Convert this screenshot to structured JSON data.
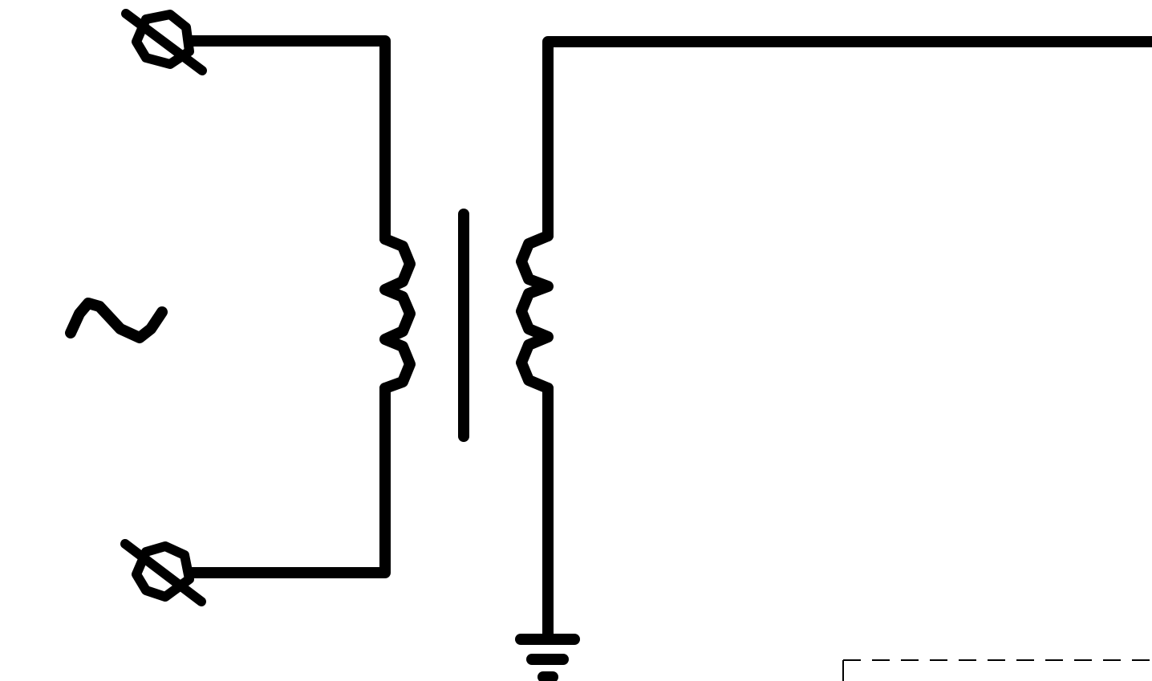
{
  "diagram": {
    "type": "transformer-schematic",
    "colors": {
      "background": "#ffffff",
      "ink": "#000000"
    },
    "components": [
      "input-terminal-top",
      "input-terminal-bottom",
      "ac-source-symbol",
      "primary-winding",
      "transformer-core",
      "secondary-winding",
      "ground-symbol",
      "output-wire",
      "dashed-boundary"
    ]
  }
}
